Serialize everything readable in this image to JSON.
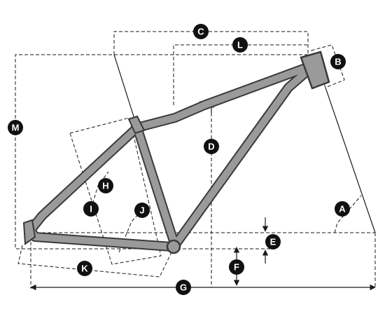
{
  "labels": {
    "A": "A",
    "B": "B",
    "C": "C",
    "D": "D",
    "E": "E",
    "F": "F",
    "G": "G",
    "H": "H",
    "I": "I",
    "J": "J",
    "K": "K",
    "L": "L",
    "M": "M"
  },
  "colors": {
    "frame_outline": "#3a3a3a",
    "frame_fill": "#9a9a9a",
    "lines": "#1a1a1a",
    "badge": "#111111",
    "badge_text": "#ffffff"
  }
}
